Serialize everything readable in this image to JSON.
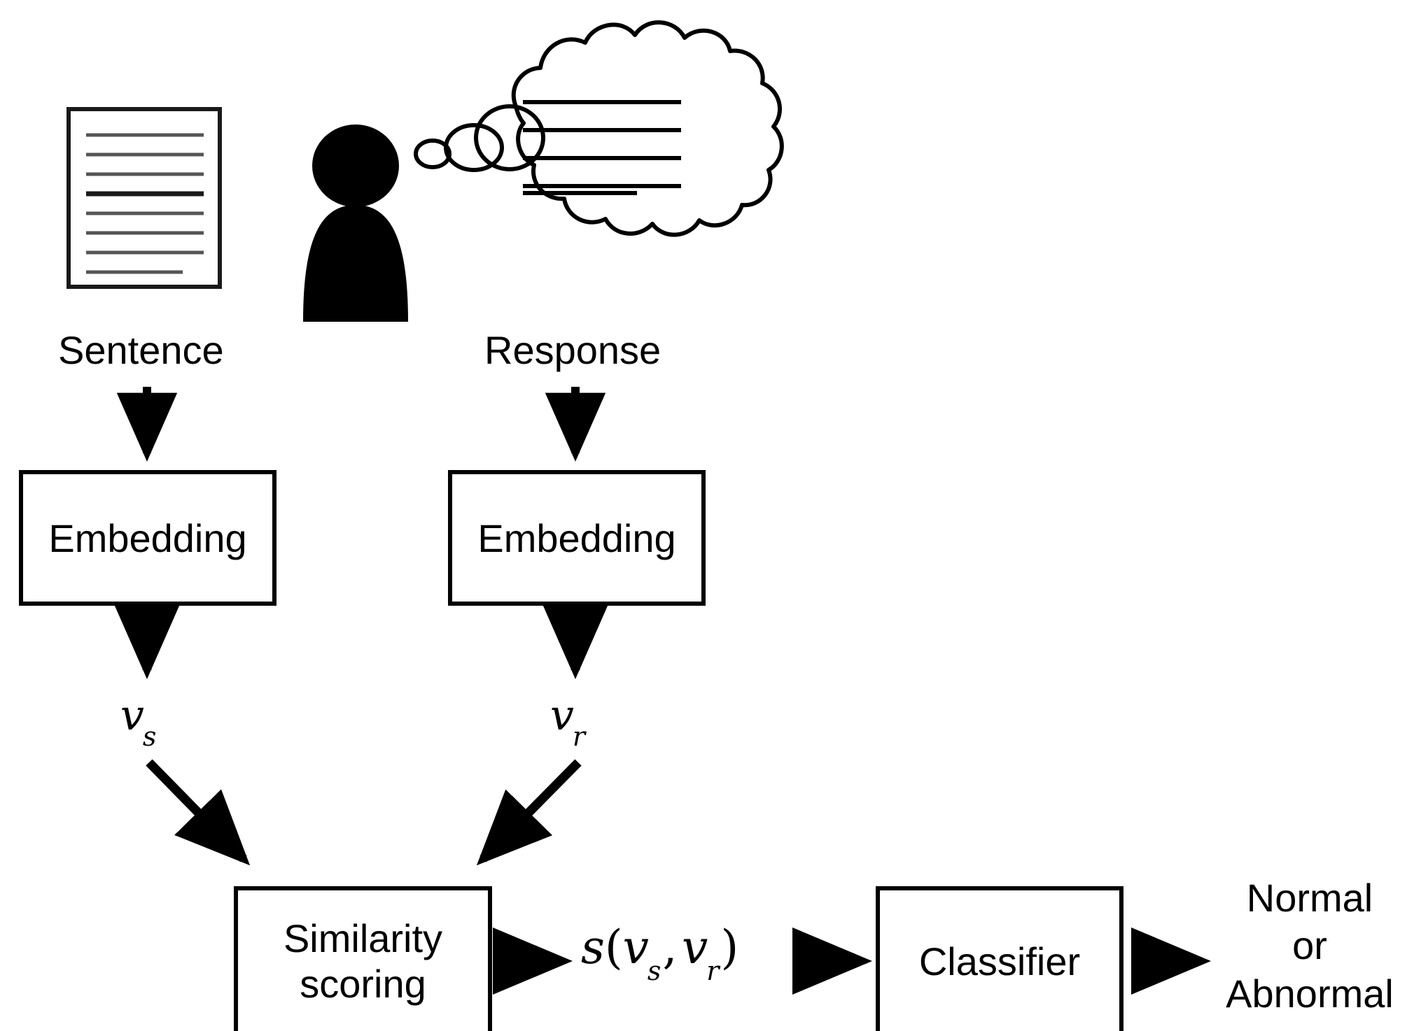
{
  "diagram": {
    "title": "Sentence-response similarity scoring and classification pipeline",
    "background_color": "#ffffff",
    "stroke_color": "#000000",
    "nodes": {
      "sentence_label": "Sentence",
      "response_label": "Response",
      "embedding_left": "Embedding",
      "embedding_right": "Embedding",
      "vector_sentence": "v",
      "vector_sentence_sub": "s",
      "vector_response": "v",
      "vector_response_sub": "r",
      "similarity_line1": "Similarity",
      "similarity_line2": "scoring",
      "score_fn_name": "s",
      "score_open": "(",
      "score_v1": "v",
      "score_v1_sub": "s",
      "score_comma": ",",
      "score_v2": "v",
      "score_v2_sub": "r",
      "score_close": ")",
      "classifier": "Classifier",
      "output_line1": "Normal",
      "output_line2": "or",
      "output_line3": "Abnormal"
    },
    "icons": {
      "document": "document-icon",
      "person": "person-silhouette-icon",
      "thought_bubble": "thought-bubble-icon"
    },
    "document_icon": {
      "line_count": 8,
      "emphasized_line_index": 4
    },
    "thought_bubble": {
      "text_line_count": 5,
      "trailing_bubble_count": 3
    },
    "edges": [
      {
        "from": "sentence_label",
        "to": "embedding_left",
        "style": "straight-down"
      },
      {
        "from": "response_label",
        "to": "embedding_right",
        "style": "straight-down"
      },
      {
        "from": "embedding_left",
        "to": "vector_sentence",
        "style": "straight-down"
      },
      {
        "from": "embedding_right",
        "to": "vector_response",
        "style": "straight-down"
      },
      {
        "from": "vector_sentence",
        "to": "similarity_scoring",
        "style": "diagonal-down-right"
      },
      {
        "from": "vector_response",
        "to": "similarity_scoring",
        "style": "diagonal-down-right"
      },
      {
        "from": "similarity_scoring",
        "to": "score_fn",
        "style": "straight-right"
      },
      {
        "from": "score_fn",
        "to": "classifier",
        "style": "straight-right"
      },
      {
        "from": "classifier",
        "to": "output",
        "style": "straight-right"
      }
    ]
  }
}
